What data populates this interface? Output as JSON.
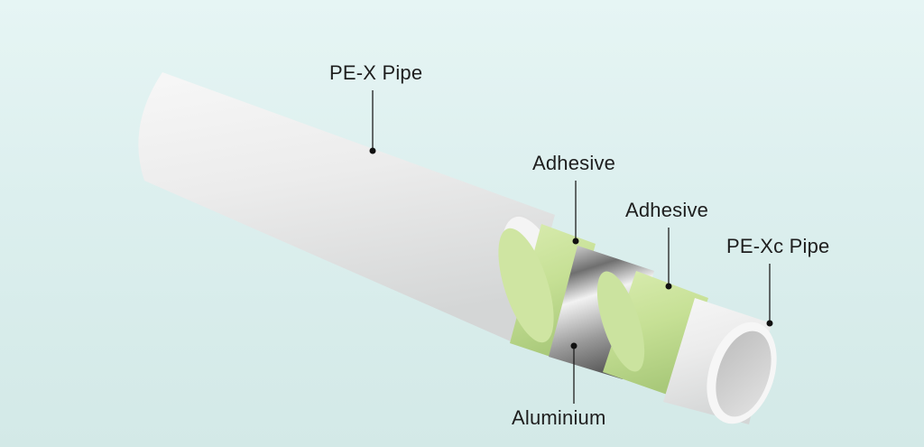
{
  "diagram": {
    "subject": "Multilayer composite pipe cutaway",
    "colors": {
      "background": "#dfeeee",
      "pipe_white": "#ececec",
      "adhesive_green": "#c9e29a",
      "aluminium_silver": "#b5b5b5",
      "leader_line": "#1e1e1e"
    },
    "labels": [
      {
        "id": "pe-x-pipe",
        "text": "PE-X Pipe"
      },
      {
        "id": "adhesive-outer",
        "text": "Adhesive"
      },
      {
        "id": "adhesive-inner",
        "text": "Adhesive"
      },
      {
        "id": "pe-xc-pipe",
        "text": "PE-Xc Pipe"
      },
      {
        "id": "aluminium",
        "text": "Aluminium"
      }
    ]
  }
}
